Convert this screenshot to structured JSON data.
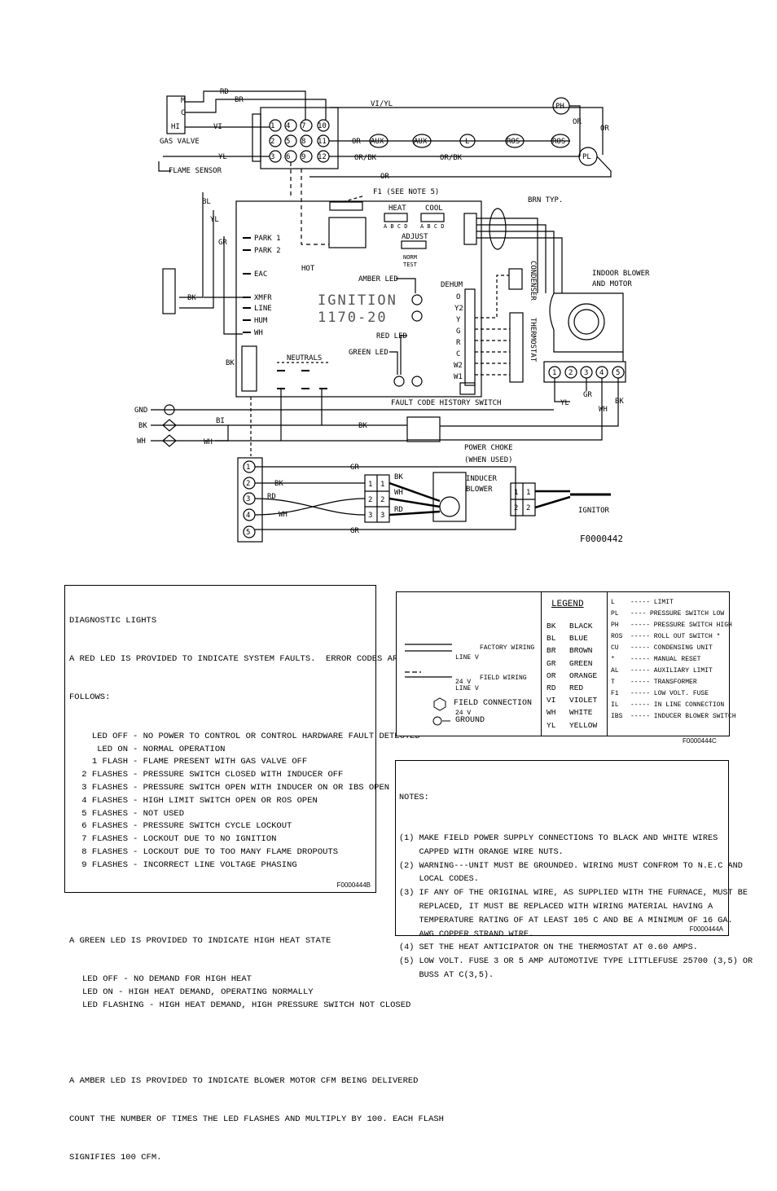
{
  "diagram": {
    "gas_valve": {
      "label": "GAS VALVE",
      "terminals": [
        "M",
        "C",
        "HI"
      ]
    },
    "flame_sensor": "FLAME SENSOR",
    "plug_pins": [
      "1",
      "4",
      "7",
      "10",
      "2",
      "5",
      "8",
      "11",
      "3",
      "6",
      "9",
      "12"
    ],
    "wire_colors": {
      "rd": "RD",
      "br": "BR",
      "vi": "VI",
      "vi_yl": "VI/YL",
      "yl": "YL",
      "or": "OR",
      "or_bk": "OR/BK",
      "bl": "BL",
      "gr": "GR",
      "bk": "BK",
      "wh": "WH",
      "bi": "BI"
    },
    "safety_switches": [
      "AUX",
      "AUX",
      "L",
      "ROS",
      "ROS"
    ],
    "pressure_switches": [
      "PH",
      "PL"
    ],
    "fuse_label": "F1 (SEE NOTE 5)",
    "brn_typ": "BRN TYP.",
    "heat_label": "HEAT",
    "cool_label": "COOL",
    "abcd": "A B C D",
    "adjust_label": "ADJUST",
    "norm_test": [
      "NORM",
      "+",
      "-",
      "TEST"
    ],
    "left_terminals": [
      "PARK 1",
      "PARK 2",
      "EAC",
      "XMFR",
      "LINE",
      "HUM",
      "WH"
    ],
    "hot_label": "HOT",
    "amber_led": "AMBER LED",
    "red_led": "RED LED",
    "green_led": "GREEN LED",
    "board_title": "IGNITION",
    "board_model": "1170-20",
    "dehum_terms": [
      "DEHUM",
      "O",
      "Y2",
      "Y",
      "G",
      "R",
      "C",
      "W2",
      "W1"
    ],
    "condenser": "CONDENSER",
    "thermostat": "THERMOSTAT",
    "thermostat_terms": [
      "Y",
      "G",
      "R",
      "C",
      "W2",
      "W1"
    ],
    "indoor_blower": [
      "INDOOR BLOWER",
      "AND MOTOR"
    ],
    "motor_terms": [
      "1",
      "2",
      "3",
      "4",
      "5"
    ],
    "neutrals": "NEUTRALS",
    "fault_switch": "FAULT CODE HISTORY SWITCH",
    "gnd": "GND",
    "bk": "BK",
    "wh": "WH",
    "power_choke": [
      "POWER CHOKE",
      "(WHEN USED)"
    ],
    "bottom_plug": [
      "1",
      "2",
      "3",
      "4",
      "5"
    ],
    "inducer_plug": [
      "1",
      "1",
      "2",
      "2",
      "3",
      "3"
    ],
    "inducer": [
      "INDUCER",
      "BLOWER"
    ],
    "igniter_plug": [
      "1",
      "1",
      "2",
      "2"
    ],
    "igniter": "IGNITOR",
    "figure_code": "F0000442"
  },
  "diagnostic": {
    "title": "DIAGNOSTIC LIGHTS",
    "intro": [
      "A RED LED IS PROVIDED TO INDICATE SYSTEM FAULTS.  ERROR CODES ARE AS",
      "FOLLOWS:"
    ],
    "red_codes": [
      {
        "code": "LED OFF",
        "desc": "- NO POWER TO CONTROL OR CONTROL HARDWARE FAULT DETECTED"
      },
      {
        "code": "LED ON",
        "desc": "- NORMAL OPERATION"
      },
      {
        "code": "1 FLASH",
        "desc": "- FLAME PRESENT WITH GAS VALVE OFF"
      },
      {
        "code": "2 FLASHES",
        "desc": "- PRESSURE SWITCH CLOSED WITH INDUCER OFF"
      },
      {
        "code": "3 FLASHES",
        "desc": "- PRESSURE SWITCH OPEN WITH INDUCER ON OR IBS OPEN"
      },
      {
        "code": "4 FLASHES",
        "desc": "- HIGH LIMIT SWITCH OPEN OR ROS OPEN"
      },
      {
        "code": "5 FLASHES",
        "desc": "- NOT USED"
      },
      {
        "code": "6 FLASHES",
        "desc": "- PRESSURE SWITCH CYCLE LOCKOUT"
      },
      {
        "code": "7 FLASHES",
        "desc": "- LOCKOUT DUE TO NO IGNITION"
      },
      {
        "code": "8 FLASHES",
        "desc": "- LOCKOUT DUE TO TOO MANY FLAME DROPOUTS"
      },
      {
        "code": "9 FLASHES",
        "desc": "- INCORRECT LINE VOLTAGE PHASING"
      }
    ],
    "green_intro": "A GREEN LED IS PROVIDED TO INDICATE HIGH HEAT STATE",
    "green_codes": [
      {
        "code": "LED OFF",
        "desc": "- NO DEMAND FOR HIGH HEAT"
      },
      {
        "code": "LED ON",
        "desc": "- HIGH HEAT DEMAND, OPERATING NORMALLY"
      },
      {
        "code": "LED FLASHING",
        "desc": "- HIGH HEAT DEMAND, HIGH PRESSURE SWITCH NOT CLOSED"
      }
    ],
    "amber": [
      "A AMBER LED IS PROVIDED TO INDICATE BLOWER MOTOR CFM BEING DELIVERED",
      "COUNT THE NUMBER OF TIMES THE LED FLASHES AND MULTIPLY BY 100. EACH FLASH",
      "SIGNIFIES 100 CFM."
    ],
    "code": "F0000444B"
  },
  "legend": {
    "title": "LEGEND",
    "line_v": "LINE V",
    "v24": "24 V",
    "factory": "FACTORY WIRING",
    "field": "FIELD WIRING",
    "field_conn": "FIELD CONNECTION",
    "ground": "GROUND",
    "colors": [
      [
        "BK",
        "BLACK"
      ],
      [
        "BL",
        "BLUE"
      ],
      [
        "BR",
        "BROWN"
      ],
      [
        "GR",
        "GREEN"
      ],
      [
        "OR",
        "ORANGE"
      ],
      [
        "RD",
        "RED"
      ],
      [
        "VI",
        "VIOLET"
      ],
      [
        "WH",
        "WHITE"
      ],
      [
        "YL",
        "YELLOW"
      ]
    ],
    "abbrev": [
      [
        "L",
        "----- LIMIT"
      ],
      [
        "PL",
        "---- PRESSURE SWITCH LOW"
      ],
      [
        "PH",
        "----- PRESSURE SWITCH HIGH"
      ],
      [
        "ROS",
        "----- ROLL OUT SWITCH *"
      ],
      [
        "CU",
        "----- CONDENSING UNIT"
      ],
      [
        "*",
        "----- MANUAL RESET"
      ],
      [
        "AL",
        "----- AUXILIARY LIMIT"
      ],
      [
        "T",
        "----- TRANSFORMER"
      ],
      [
        "F1",
        "----- LOW VOLT. FUSE"
      ],
      [
        "IL",
        "----- IN LINE CONNECTION"
      ],
      [
        "IBS",
        "----- INDUCER BLOWER SWITCH"
      ]
    ],
    "code": "F0000444C"
  },
  "notes": {
    "title": "NOTES:",
    "lines": [
      "(1) MAKE FIELD POWER SUPPLY CONNECTIONS TO BLACK AND WHITE WIRES",
      "    CAPPED WITH ORANGE WIRE NUTS.",
      "(2) WARNING---UNIT MUST BE GROUNDED. WIRING MUST CONFROM TO N.E.C AND",
      "    LOCAL CODES.",
      "(3) IF ANY OF THE ORIGINAL WIRE, AS SUPPLIED WITH THE FURNACE, MUST BE",
      "    REPLACED, IT MUST BE REPLACED WITH WIRING MATERIAL HAVING A",
      "    TEMPERATURE RATING OF AT LEAST 105 C AND BE A MINIMUM OF 16 GA.",
      "    AWG COPPER STRAND WIRE.",
      "(4) SET THE HEAT ANTICIPATOR ON THE THERMOSTAT AT 0.60 AMPS.",
      "(5) LOW VOLT. FUSE 3 OR 5 AMP AUTOMOTIVE TYPE LITTLEFUSE 25700 (3,5) OR",
      "    BUSS AT C(3,5)."
    ],
    "code": "F0000444A"
  }
}
